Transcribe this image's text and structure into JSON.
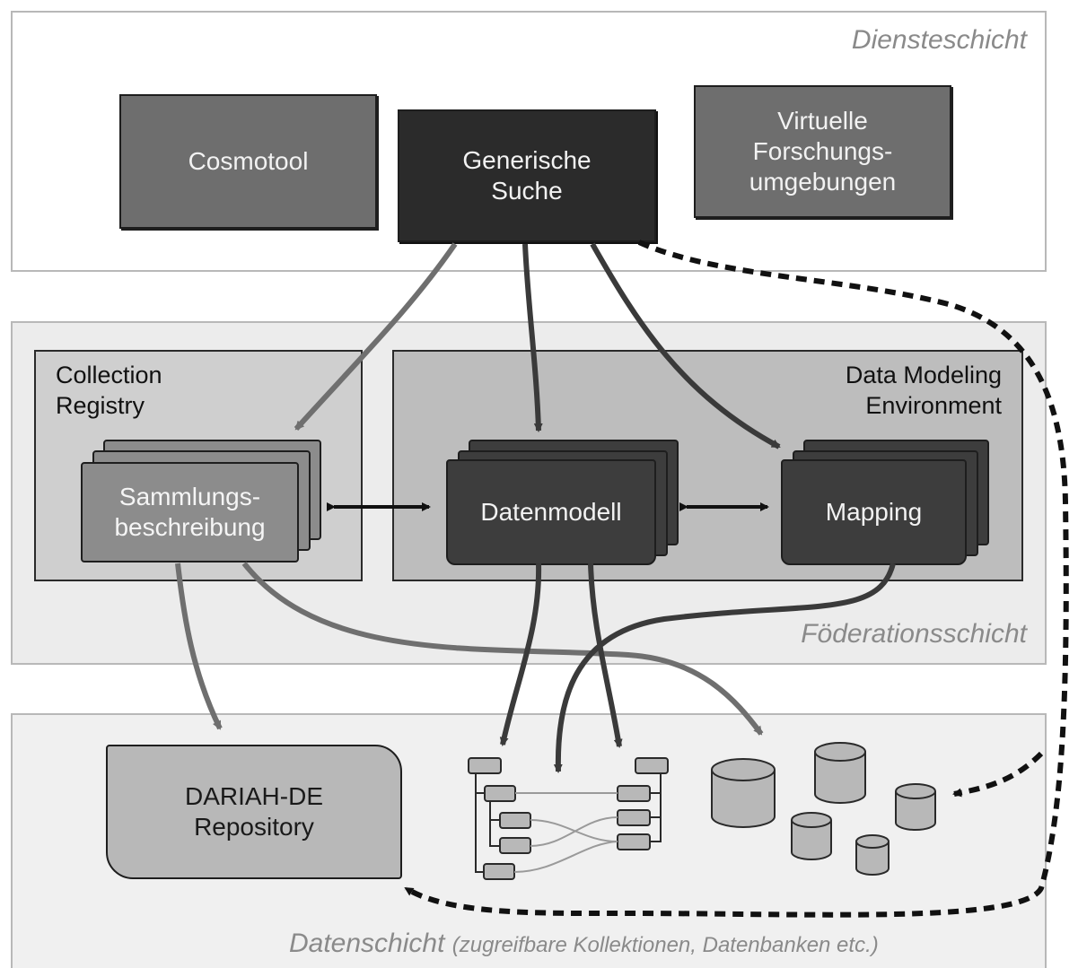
{
  "layers": {
    "dienst": {
      "title": "Diensteschicht"
    },
    "foederation": {
      "title": "Föderationsschicht"
    },
    "daten": {
      "title": "Datenschicht",
      "subtitle": "(zugreifbare Kollektionen, Datenbanken etc.)"
    }
  },
  "services": {
    "cosmotool": "Cosmotool",
    "generic_search": "Generische\nSuche",
    "virtual_research": "Virtuelle\nForschungs-\numgebungen"
  },
  "federation": {
    "collection_registry": {
      "title": "Collection\nRegistry",
      "item": "Sammlungs-\nbeschreibung"
    },
    "data_modeling": {
      "title": "Data Modeling\nEnvironment",
      "datenmodell": "Datenmodell",
      "mapping": "Mapping"
    }
  },
  "data": {
    "repository": "DARIAH-DE\nRepository"
  },
  "icons": [
    "schema-mapping-icon",
    "database-cluster-icon"
  ],
  "colors": {
    "dark_box": "#3d3d3d",
    "darkest_box": "#2b2b2b",
    "mid_box": "#6e6e6e",
    "light_box": "#8c8c8c",
    "repo_box": "#b8b8b8"
  }
}
